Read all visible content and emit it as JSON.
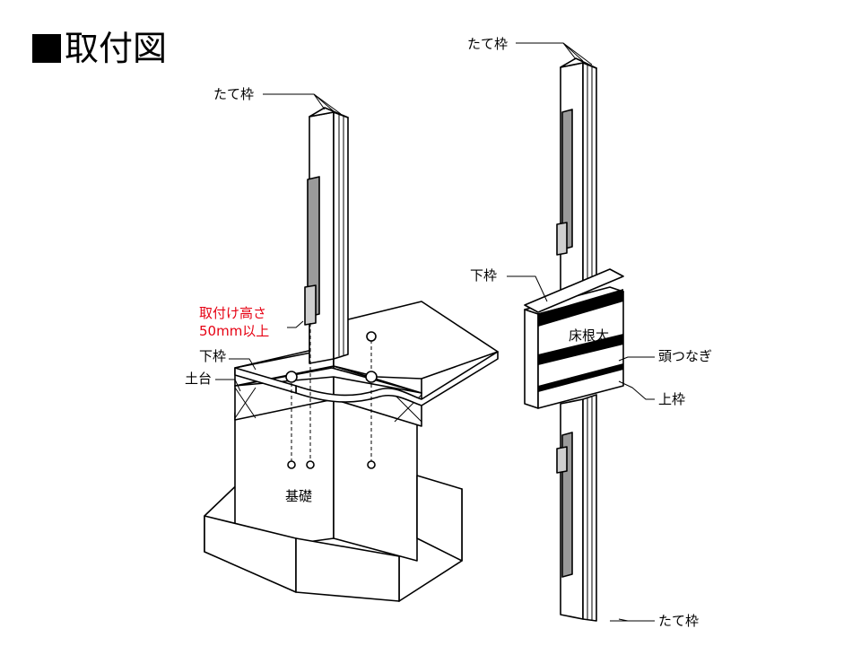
{
  "title": "取付図",
  "labels": {
    "left_tate_waku": "たて枠",
    "install_height_1": "取付け高さ",
    "install_height_2": "50mm以上",
    "left_shita_waku": "下枠",
    "dodai": "土台",
    "kiso": "基礎",
    "right_tate_waku_top": "たて枠",
    "right_shita_waku": "下枠",
    "yukanebuto": "床根太",
    "atama_tsunagi": "頭つなぎ",
    "ue_waku": "上枠",
    "right_tate_waku_bottom": "たて枠"
  },
  "colors": {
    "line": "#000000",
    "hardware": "#9a9a9a",
    "highlight": "#e60012"
  }
}
